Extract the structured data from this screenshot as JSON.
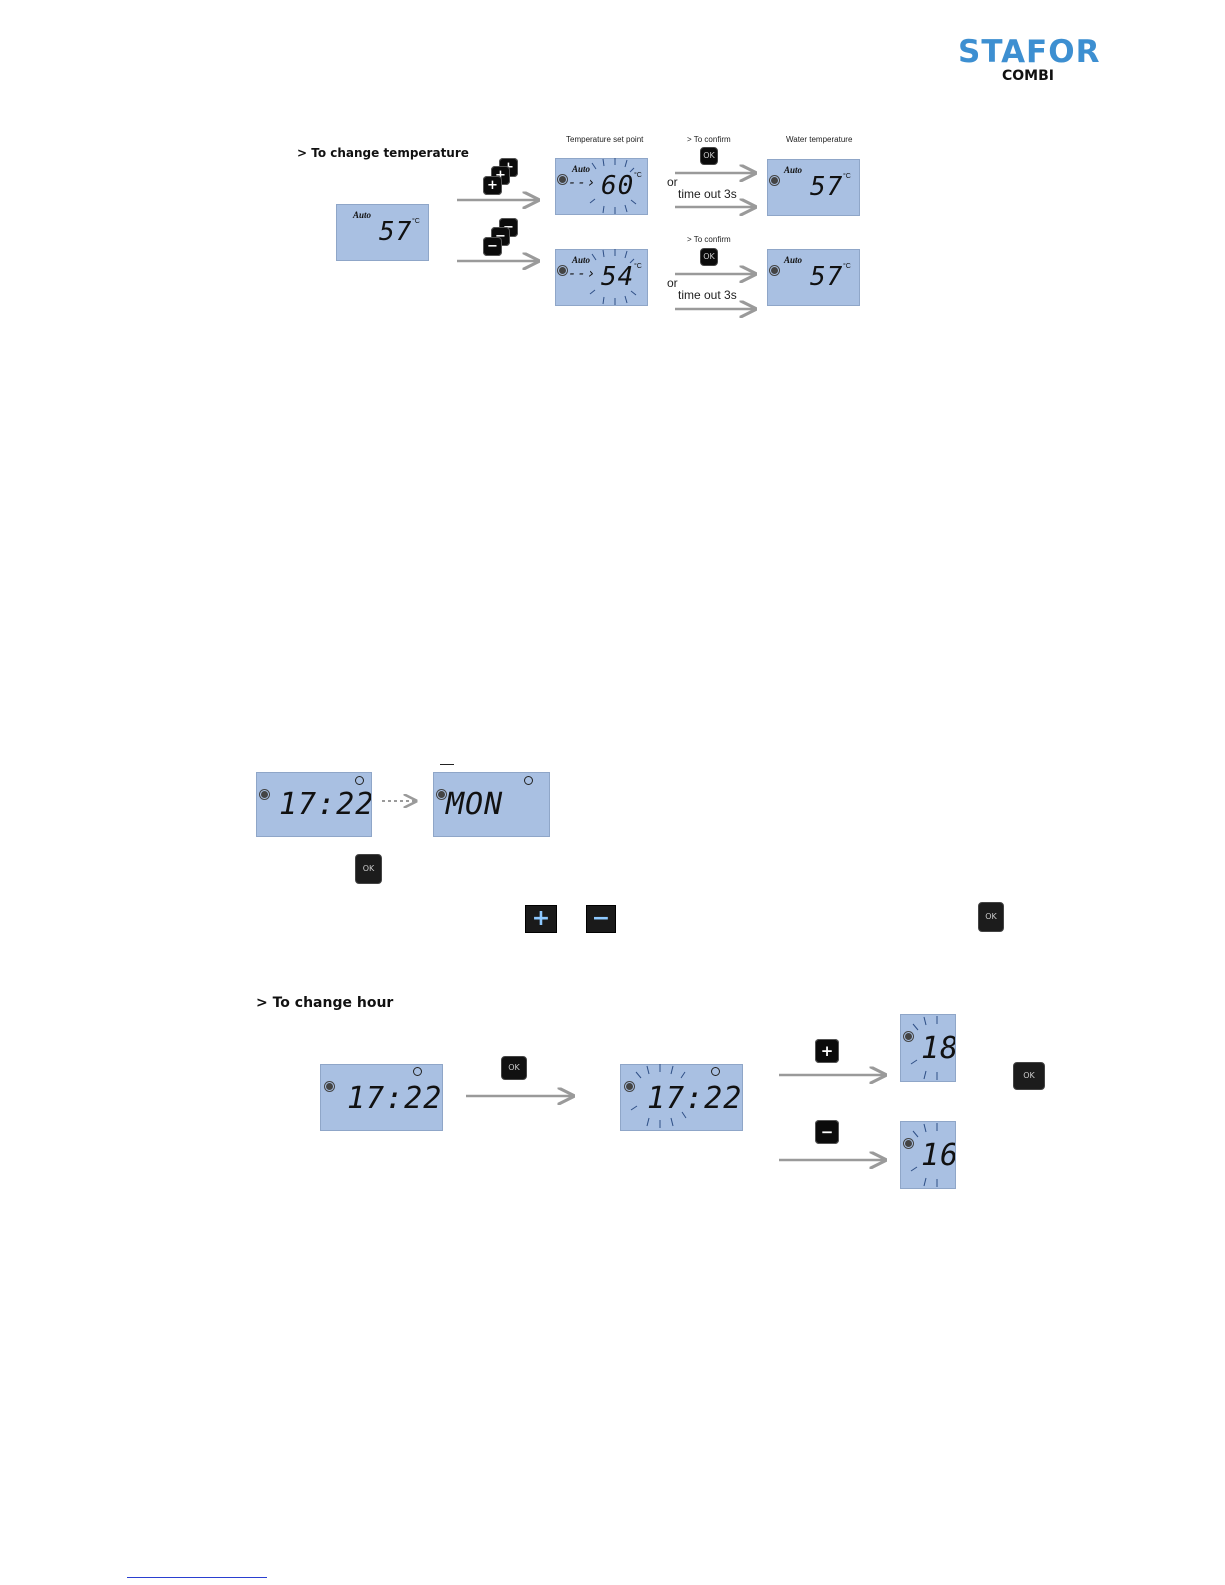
{
  "brand": {
    "name": "STAFOR",
    "sub": "COMBI"
  },
  "section_temp": {
    "heading": "> To change temperature",
    "setpoint_label": "Temperature set point",
    "confirm_label_1": "> To confirm",
    "confirm_label_2": "> To confirm",
    "water_label": "Water temperature",
    "or_1": "or",
    "timeout_1": "time out 3s",
    "or_2": "or",
    "timeout_2": "time out 3s",
    "initial": {
      "mode": "Auto",
      "value": "57",
      "unit": "°C"
    },
    "up": {
      "mode": "Auto",
      "value": "60",
      "unit": "°C"
    },
    "down": {
      "mode": "Auto",
      "value": "54",
      "unit": "°C"
    },
    "result_up": {
      "mode": "Auto",
      "value": "57",
      "unit": "°C"
    },
    "result_down": {
      "mode": "Auto",
      "value": "57",
      "unit": "°C"
    },
    "plus_symbol": "+",
    "minus_symbol": "−",
    "ok_label": "OK"
  },
  "section_day": {
    "time_display": "17:22",
    "day_display": "MON",
    "ok_label": "OK",
    "plus_symbol": "+",
    "minus_symbol": "−"
  },
  "section_hour": {
    "heading": "> To change hour",
    "start_display": "17:22",
    "editing_display": "17:22",
    "plus_display": "18:",
    "minus_display": "16:",
    "ok_label": "OK",
    "plus_symbol": "+",
    "minus_symbol": "−"
  },
  "icons": {
    "arrow": "right-arrow-icon",
    "dotted_arrow": "dotted-arrow-icon",
    "flash": "flash-rays-icon",
    "clock": "clock-icon"
  }
}
